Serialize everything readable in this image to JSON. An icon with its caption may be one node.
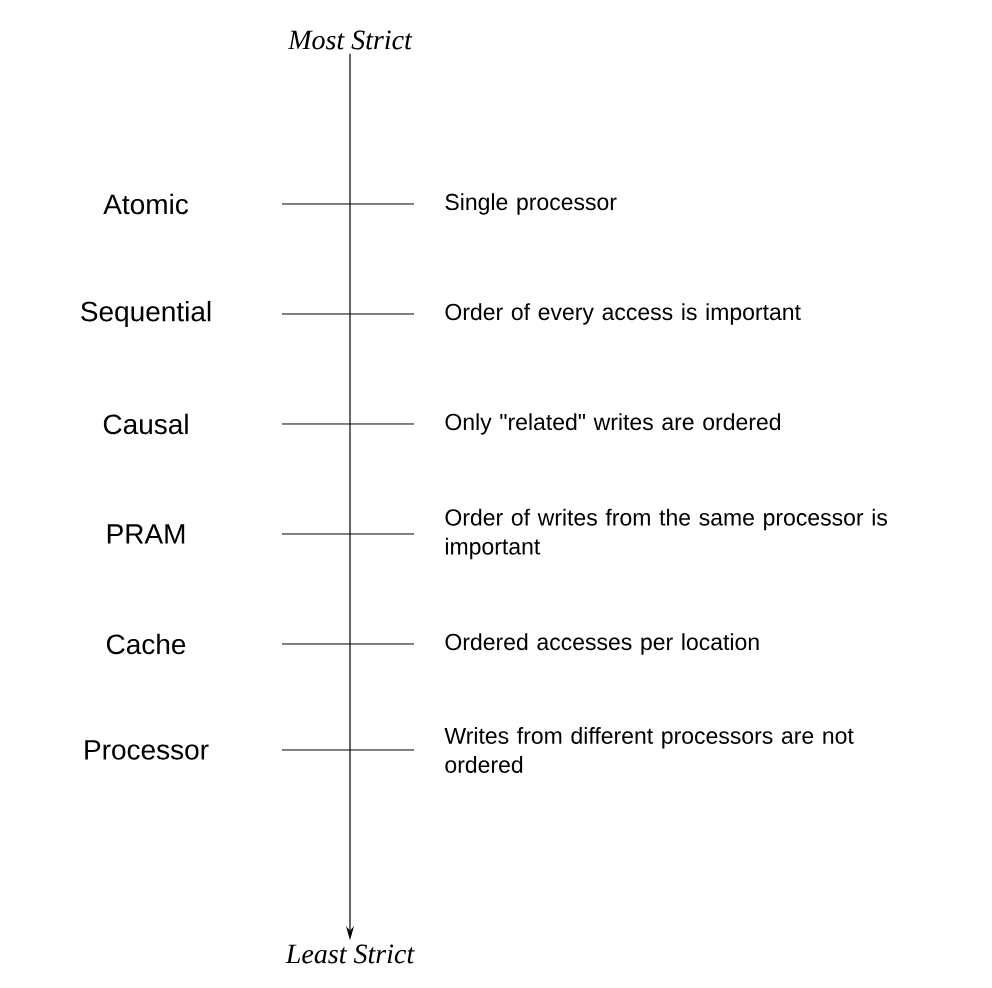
{
  "diagram": {
    "nodes": [
      {
        "text": [
          "Most Strict"
        ]
      },
      {
        "text": [
          "Least Strict"
        ]
      }
    ],
    "edges": [
      {
        "from": 0,
        "to": 1,
        "arrow": "to"
      }
    ],
    "labels": [
      "Atomic",
      "Single processor",
      "Sequential",
      "Order of every access is important",
      "Causal",
      "Only \"related\" writes are ordered",
      "PRAM",
      "Order of writes from the same processor is important",
      "Cache",
      "Ordered accesses per location",
      "Processor",
      "Writes from different processors are not ordered"
    ]
  }
}
